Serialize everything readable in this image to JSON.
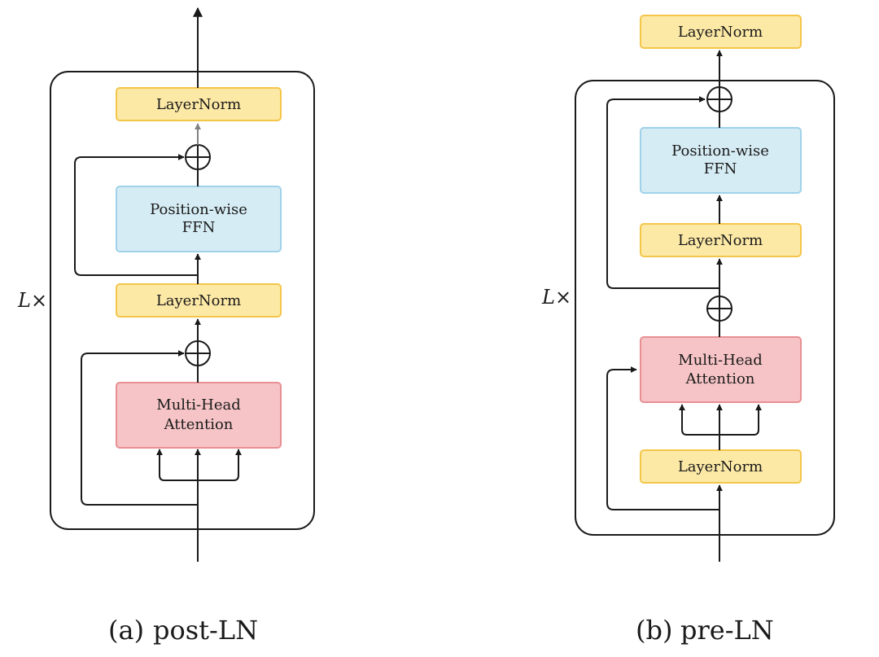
{
  "post_ln": {
    "caption_tag": "(a)",
    "caption_text": "post-LN",
    "repeat_label": "L×",
    "top_layernorm": "LayerNorm",
    "ffn_line1": "Position-wise",
    "ffn_line2": "FFN",
    "mid_layernorm": "LayerNorm",
    "attn_line1": "Multi-Head",
    "attn_line2": "Attention"
  },
  "pre_ln": {
    "caption_tag": "(b)",
    "caption_text": "pre-LN",
    "repeat_label": "L×",
    "final_layernorm": "LayerNorm",
    "ffn_line1": "Position-wise",
    "ffn_line2": "FFN",
    "ffn_layernorm": "LayerNorm",
    "attn_line1": "Multi-Head",
    "attn_line2": "Attention",
    "attn_layernorm": "LayerNorm"
  },
  "colors": {
    "layernorm_fill": "#fde9a6",
    "layernorm_stroke": "#f3c64a",
    "ffn_fill": "#d6ecf4",
    "ffn_stroke": "#9fd2ea",
    "attn_fill": "#f6c4c6",
    "attn_stroke": "#e88f93",
    "line": "#1a1a1a",
    "grey_arrow": "#808080"
  }
}
